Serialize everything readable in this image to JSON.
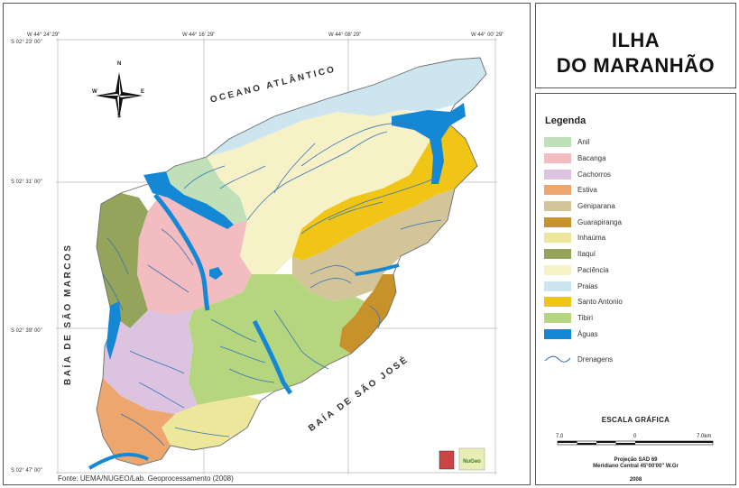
{
  "title": {
    "line1": "ILHA",
    "line2": "DO MARANHÃO"
  },
  "map": {
    "coords_top": [
      "W 44° 24' 29\"",
      "W 44° 16' 29\"",
      "W 44° 08' 29\"",
      "W 44° 00' 29\""
    ],
    "coords_left": [
      "S 02° 23' 00\"",
      "S 02° 31' 00\"",
      "S 02° 39' 00\"",
      "S 02° 47' 00\""
    ],
    "ocean_label": "OCEANO ATLÂNTICO",
    "bay_west_label": "BAÍA DE SÃO MARCOS",
    "bay_east_label": "BAÍA DE SÃO JOSÉ",
    "compass": {
      "n": "N",
      "s": "S",
      "e": "E",
      "w": "W"
    },
    "source": "Fonte: UEMA/NUGEO/Lab. Geoprocessamento (2008)",
    "logo_text": "NuGeo"
  },
  "legend": {
    "heading": "Legenda",
    "items": [
      {
        "label": "Anil",
        "color": "#bfe0b9"
      },
      {
        "label": "Bacanga",
        "color": "#f2bcc0"
      },
      {
        "label": "Cachorros",
        "color": "#dcc3e0"
      },
      {
        "label": "Estiva",
        "color": "#eda66d"
      },
      {
        "label": "Geniparana",
        "color": "#d3c49a"
      },
      {
        "label": "Guarapiranga",
        "color": "#c8922b"
      },
      {
        "label": "Inhaúma",
        "color": "#ece79a"
      },
      {
        "label": "Itaquí",
        "color": "#94a55b"
      },
      {
        "label": "Paciência",
        "color": "#f6f1c6"
      },
      {
        "label": "Praias",
        "color": "#cde5ef"
      },
      {
        "label": "Santo Antonio",
        "color": "#f1c515"
      },
      {
        "label": "Tibiri",
        "color": "#b5d67f"
      },
      {
        "label": "Águas",
        "color": "#1588d5"
      }
    ],
    "drainage_label": "Drenagens",
    "drainage_color": "#3575b5"
  },
  "scale": {
    "title": "ESCALA GRÁFICA",
    "label_left": "7.0",
    "label_mid": "0",
    "label_right": "7.0km"
  },
  "footer": {
    "proj1": "Projeção SAD 69",
    "proj2": "Meridiano Central 45°00'00'' W.Gr",
    "year": "2008"
  }
}
